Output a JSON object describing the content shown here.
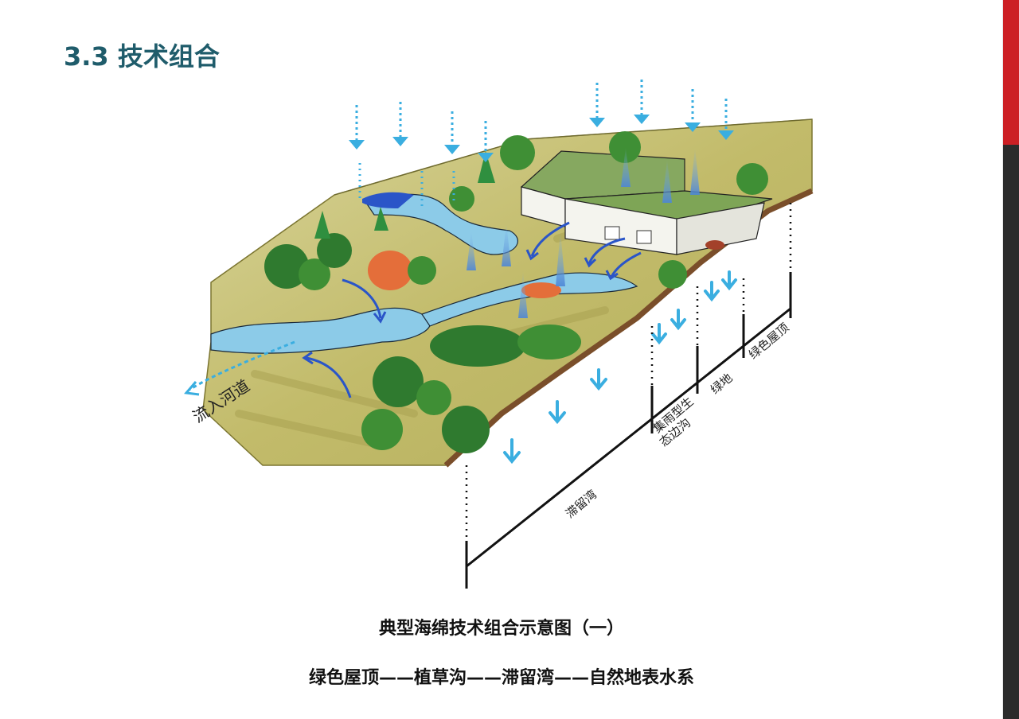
{
  "slide": {
    "title": "3.3  技术组合",
    "caption_main": "典型海绵技术组合示意图（一）",
    "caption_sequence": "绿色屋顶——植草沟——滞留湾——自然地表水系"
  },
  "diagram": {
    "labels": {
      "river_outflow": "流入河道",
      "retention_bay": "滞留湾",
      "eco_ditch": "集雨型生态边沟",
      "green_land": "绿地",
      "green_roof": "绿色屋顶"
    }
  },
  "colors": {
    "title": "#1f5c6b",
    "accent_red": "#cc1f24",
    "water_blue": "#3aaee0",
    "flow_blue": "#2a55c8",
    "grass": "#b9b25a",
    "tree": "#2f7a2f"
  }
}
